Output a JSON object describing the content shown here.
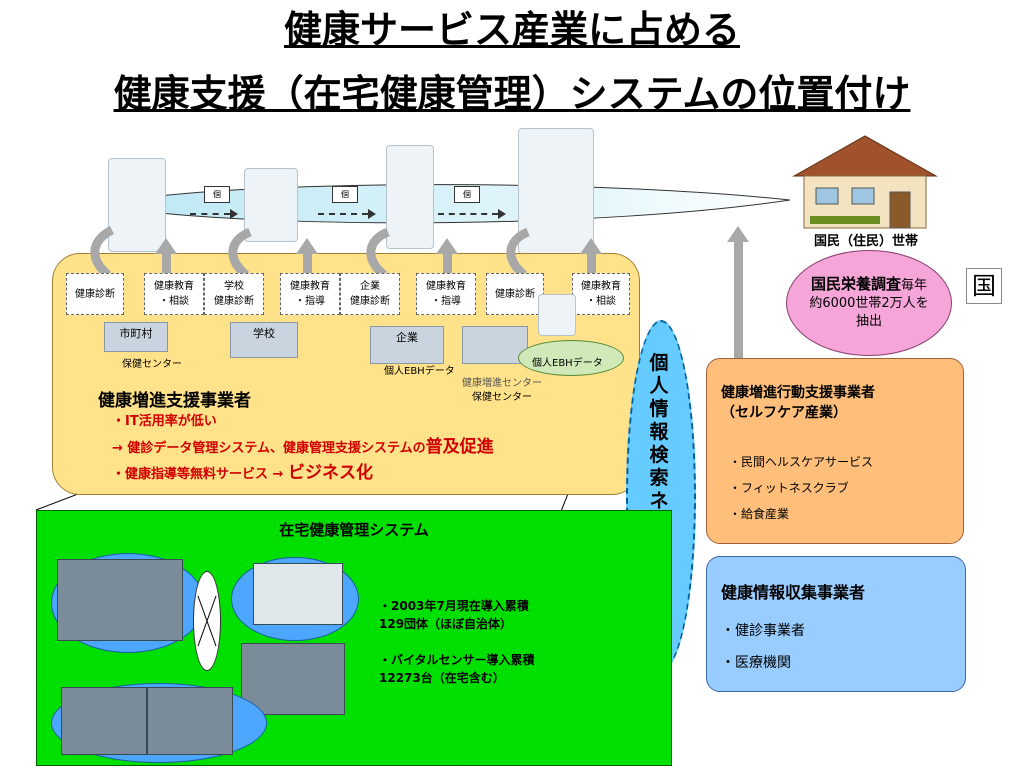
{
  "title": {
    "line1": "健康サービス産業に占める",
    "line2": "健康支援（在宅健康管理）システムの位置付け"
  },
  "flow": {
    "card_label": "個",
    "household_label": "国民（住民）世帯"
  },
  "nutrition_survey": {
    "bold": "国民栄養調査",
    "detail": "毎年約6000世帯2万人を抽出"
  },
  "side_glyph": "国",
  "support": {
    "boxes": [
      {
        "label": "健康診断"
      },
      {
        "label": "健康教育\n・相談"
      },
      {
        "label": "学校\n健康診断"
      },
      {
        "label": "健康教育\n・指導"
      },
      {
        "label": "企業\n健康診断"
      },
      {
        "label": "健康教育\n・指導"
      },
      {
        "label": "健康診断"
      },
      {
        "label": "健康教育\n・相談"
      }
    ],
    "buildings": {
      "town": "市町村",
      "town_center": "保健センター",
      "school": "学校",
      "company": "企業",
      "ehr1": "個人EBHデータ",
      "center1": "健康増進センター",
      "center2": "保健センター",
      "ehr2": "個人EBHデータ"
    },
    "heading": "健康増進支援事業者",
    "bullet1": "・IT活用率が低い",
    "bullet2_prefix": "→  健診データ管理システム、健康管理支援システムの",
    "bullet2_emph": "普及促進",
    "bullet3_prefix": "・健康指導等無料サービス  →  ",
    "bullet3_emph": "ビジネス化"
  },
  "network": {
    "label": "個人情報検索ネットワーク"
  },
  "selfcare": {
    "title_line1": "健康増進行動支援事業者",
    "title_line2": "（セルフケア産業）",
    "items": [
      "・民間ヘルスケアサービス",
      "・フィットネスクラブ",
      "・給食産業"
    ]
  },
  "info_collect": {
    "title": "健康情報収集事業者",
    "items": [
      "・健診事業者",
      "・医療機関"
    ]
  },
  "home_system": {
    "title": "在宅健康管理システム",
    "stat1_line1": "・2003年7月現在導入累積",
    "stat1_line2": "129団体（ほぼ自治体）",
    "stat2_line1": "・バイタルセンサー導入累積",
    "stat2_line2": "12273台（在宅含む）"
  }
}
